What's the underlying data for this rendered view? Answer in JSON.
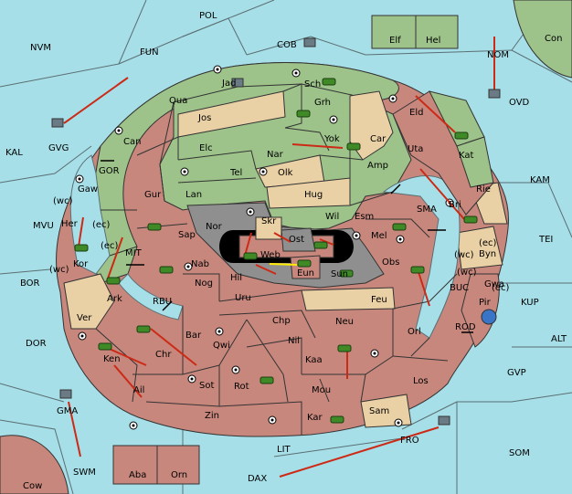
{
  "map": {
    "provinces": [
      {
        "name": "POL"
      },
      {
        "name": "NVM"
      },
      {
        "name": "FUN"
      },
      {
        "name": "COB"
      },
      {
        "name": "Elf"
      },
      {
        "name": "Hel"
      },
      {
        "name": "Con"
      },
      {
        "name": "NOM"
      },
      {
        "name": "OVD"
      },
      {
        "name": "KAL"
      },
      {
        "name": "GVG"
      },
      {
        "name": "Jad"
      },
      {
        "name": "Sch"
      },
      {
        "name": "Qua"
      },
      {
        "name": "Grh"
      },
      {
        "name": "Jos"
      },
      {
        "name": "Eld"
      },
      {
        "name": "Can"
      },
      {
        "name": "Yok"
      },
      {
        "name": "Car"
      },
      {
        "name": "Uta"
      },
      {
        "name": "Nar"
      },
      {
        "name": "Elc"
      },
      {
        "name": "Kat"
      },
      {
        "name": "GOR"
      },
      {
        "name": "Tel"
      },
      {
        "name": "Olk"
      },
      {
        "name": "Amp"
      },
      {
        "name": "KAM"
      },
      {
        "name": "Gaw"
      },
      {
        "name": "Gur"
      },
      {
        "name": "Lan"
      },
      {
        "name": "Hug"
      },
      {
        "name": "Rie"
      },
      {
        "name": "Bri"
      },
      {
        "name": "MVU"
      },
      {
        "name": "Her"
      },
      {
        "name": "SMA"
      },
      {
        "name": "Wil"
      },
      {
        "name": "Esm"
      },
      {
        "name": "Nor"
      },
      {
        "name": "Skr"
      },
      {
        "name": "Sap"
      },
      {
        "name": "Ost"
      },
      {
        "name": "Mel"
      },
      {
        "name": "TEI"
      },
      {
        "name": "Kor"
      },
      {
        "name": "MIT"
      },
      {
        "name": "Web"
      },
      {
        "name": "Byn"
      },
      {
        "name": "Nab"
      },
      {
        "name": "Obs"
      },
      {
        "name": "Eun"
      },
      {
        "name": "Sun"
      },
      {
        "name": "Hil"
      },
      {
        "name": "BOR"
      },
      {
        "name": "Gwa"
      },
      {
        "name": "Ark"
      },
      {
        "name": "RBU"
      },
      {
        "name": "Nog"
      },
      {
        "name": "BUC"
      },
      {
        "name": "KUP"
      },
      {
        "name": "Pir"
      },
      {
        "name": "Uru"
      },
      {
        "name": "Feu"
      },
      {
        "name": "Ver"
      },
      {
        "name": "Chp"
      },
      {
        "name": "Neu"
      },
      {
        "name": "Orl"
      },
      {
        "name": "DOR"
      },
      {
        "name": "Bar"
      },
      {
        "name": "Qwi"
      },
      {
        "name": "Nil"
      },
      {
        "name": "ROD"
      },
      {
        "name": "ALT"
      },
      {
        "name": "Chr"
      },
      {
        "name": "Kaa"
      },
      {
        "name": "Ken"
      },
      {
        "name": "GVP"
      },
      {
        "name": "Sot"
      },
      {
        "name": "Rot"
      },
      {
        "name": "Los"
      },
      {
        "name": "Ail"
      },
      {
        "name": "Mou"
      },
      {
        "name": "GMA"
      },
      {
        "name": "Sam"
      },
      {
        "name": "Zin"
      },
      {
        "name": "Kar"
      },
      {
        "name": "LIT"
      },
      {
        "name": "FRO"
      },
      {
        "name": "SOM"
      },
      {
        "name": "SWM"
      },
      {
        "name": "Aba"
      },
      {
        "name": "Orn"
      },
      {
        "name": "DAX"
      },
      {
        "name": "Cow"
      }
    ],
    "coast_labels": [
      "(wc)",
      "(ec)",
      "(ec)",
      "(wc)",
      "(wc)",
      "(ec)",
      "(wc)",
      "(ec)"
    ],
    "colors": {
      "sea": "#a7dfe8",
      "green": "#9dc38a",
      "tan": "#ead0a5",
      "red": "#c7877d",
      "grey": "#8f8f8f",
      "black": "#000000"
    }
  }
}
